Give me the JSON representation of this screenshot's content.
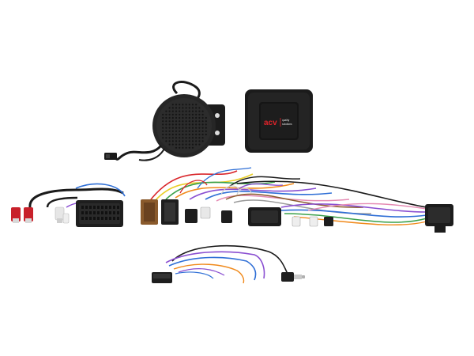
{
  "product": {
    "brand_logo": "acv",
    "brand_tagline_1": "quality",
    "brand_tagline_2": "solutions"
  },
  "colors": {
    "background": "#ffffff",
    "housing": "#1e1e1e",
    "logo_red": "#e0232a",
    "wire_blue": "#2f6fd6",
    "wire_purple": "#8a4fd1",
    "wire_orange": "#f08a1c",
    "wire_green": "#3aa04a",
    "wire_red": "#d9262b",
    "wire_yellow": "#e9cf2a",
    "wire_brown": "#8a5a2c",
    "wire_pink": "#e58ab3",
    "wire_grey": "#9a9a9a",
    "rca_red": "#c8202a",
    "rca_white": "#e6e6e6"
  },
  "items": [
    {
      "name": "speaker",
      "icon": "round-speaker"
    },
    {
      "name": "interface-module",
      "icon": "control-box"
    },
    {
      "name": "main-wiring-harness",
      "icon": "wiring-harness"
    },
    {
      "name": "patch-lead-with-jack",
      "icon": "jack-plug-cable"
    }
  ]
}
